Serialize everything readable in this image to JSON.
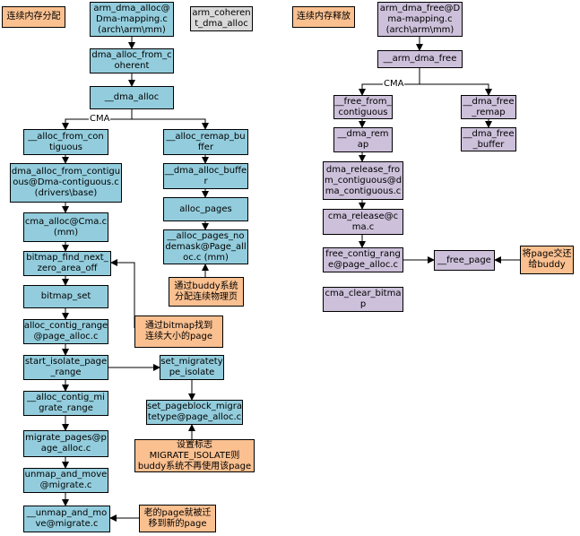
{
  "labels": {
    "alloc_title": "连续内存分配",
    "free_title": "连续内存释放",
    "cma_left": "CMA",
    "cma_right": "CMA"
  },
  "nodes": {
    "arm_dma_alloc": "arm_dma_alloc@\nDma-mapping.c\n(arch\\arm\\mm)",
    "arm_coherent_dma_alloc": "arm_coheren\nt_dma_alloc",
    "dma_alloc_from_coherent": "dma_alloc_from_c\noherent",
    "dma_alloc_internal": "__dma_alloc",
    "alloc_from_contiguous": "__alloc_from_con\ntiguous",
    "alloc_remap_buffer": "__alloc_remap_bu\nffer",
    "dma_alloc_from_contiguous": "dma_alloc_from_contigu\nous@Dma-contiguous.c\n(drivers\\base)",
    "dma_alloc_buffer": "__dma_alloc_buffe\nr",
    "cma_alloc": "cma_alloc@Cma.c\n(mm)",
    "alloc_pages": "alloc_pages",
    "alloc_pages_nodemask": "__alloc_pages_no\ndemask@Page_all\noc.c (mm)",
    "bitmap_find_next_zero_area_off": "bitmap_find_next_\nzero_area_off",
    "buddy_note": "通过buddy系统\n分配连续物理页",
    "bitmap_set": "bitmap_set",
    "bitmap_note": "通过bitmap找到\n连续大小的page",
    "alloc_contig_range": "alloc_contig_range\n@page_alloc.c",
    "start_isolate_page_range": "start_isolate_page\n_range",
    "set_migratetype_isolate": "set_migratety\npe_isolate",
    "alloc_contig_migrate_range": "__alloc_contig_mi\ngrate_range",
    "set_pageblock_migratetype": "set_pageblock_migra\ntetype@page_alloc.c",
    "isolate_note": "设置标志\nMIGRATE_ISOLATE则\nbuddy系统不再使用该page",
    "migrate_pages": "migrate_pages@p\nage_alloc.c",
    "unmap_and_move": "unmap_and_move\n@migrate.c",
    "unmap_and_move_internal": "__unmap_and_mo\nve@migrate.c",
    "migrate_note": "老的page就被迁\n移到新的page",
    "arm_dma_free": "arm_dma_free@D\nma-mapping.c\n(arch\\arm\\mm)",
    "arm_dma_free_internal": "__arm_dma_free",
    "free_from_contiguous": "__free_from_\ncontiguous",
    "dma_free_remap": "__dma_free\n_remap",
    "dma_remap": "__dma_rem\nap",
    "dma_free_buffer": "__dma_free\n_buffer",
    "dma_release_from_contiguous": "dma_release_fro\nm_contiguous@d\nma_contiguous.c",
    "cma_release": "cma_release@c\nma.c",
    "free_contig_range": "free_contig_rang\ne@page_alloc.c",
    "free_page": "__free_page",
    "buddy_return_note": "将page交还\n给buddy",
    "cma_clear_bitmap": "cma_clear_bitma\np"
  },
  "colors": {
    "function_left": "#93CDDD",
    "function_right": "#CCC0DA",
    "note": "#FAC090",
    "other": "#D9D9D9"
  }
}
